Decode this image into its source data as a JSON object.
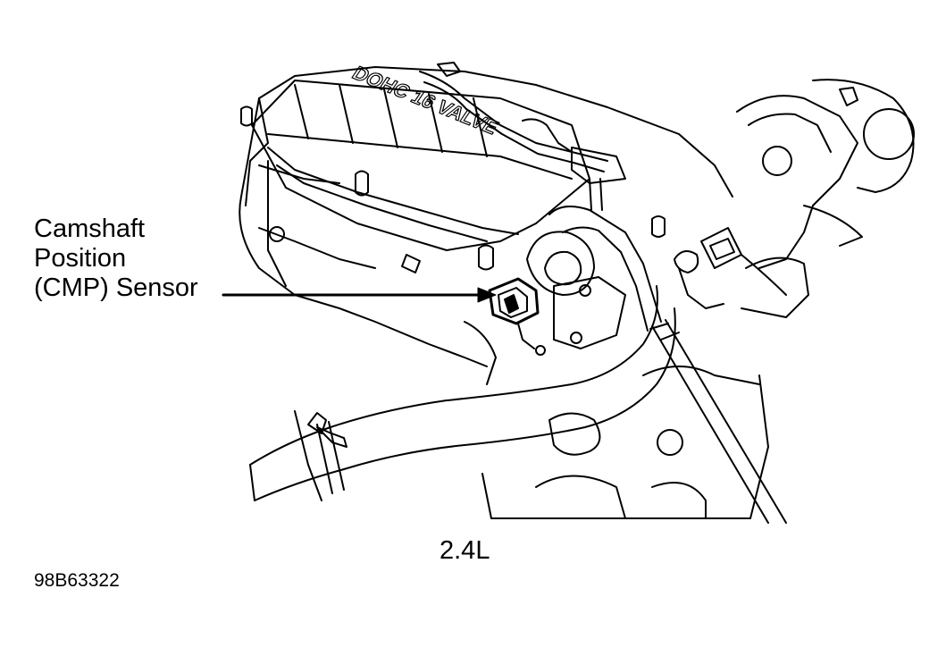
{
  "callout": {
    "line1": "Camshaft",
    "line2": "Position",
    "line3": "(CMP) Sensor"
  },
  "engine_label": "2.4L",
  "figure_id": "98B63322",
  "valve_cover_lettering": "DOHC 16 VALVE",
  "colors": {
    "line": "#000000",
    "background": "#ffffff"
  }
}
